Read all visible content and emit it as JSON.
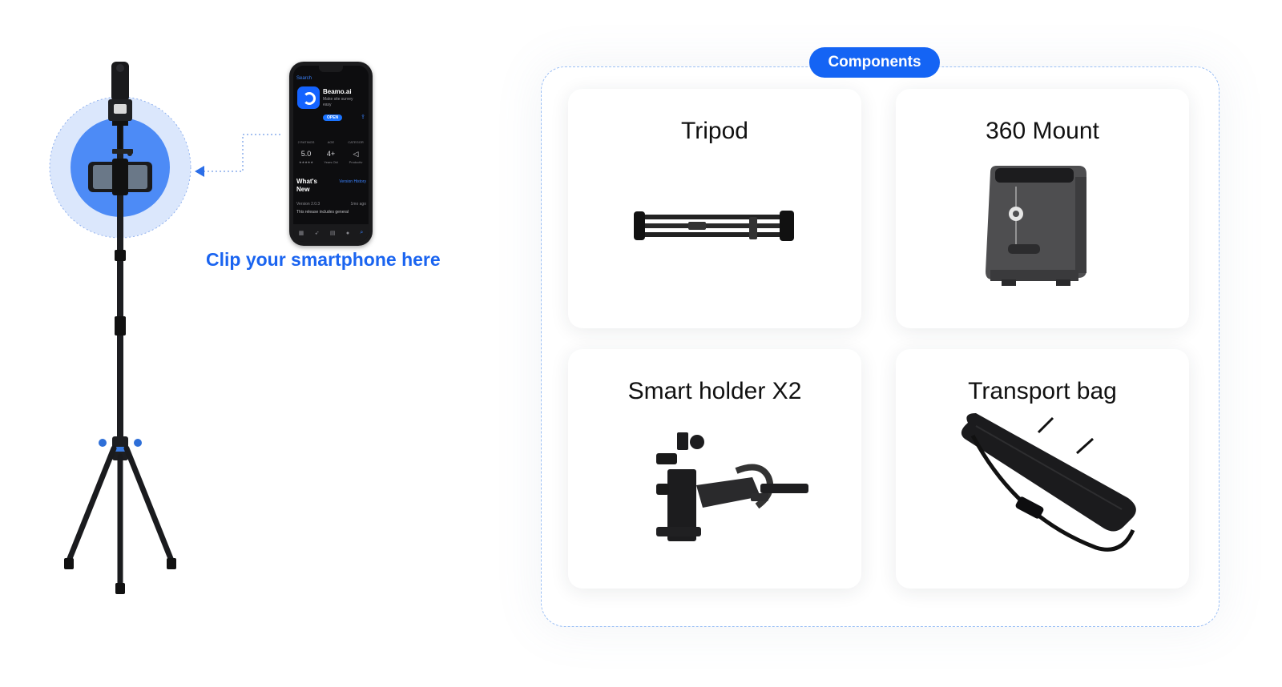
{
  "callout": {
    "text": "Clip your smartphone here"
  },
  "phone": {
    "back_label": "Search",
    "app_name": "Beamo.ai",
    "app_subtitle": "Make site survey easy",
    "open_label": "OPEN",
    "ratings_label": "2 RATINGS",
    "rating_value": "5.0",
    "rating_stars": "★★★★★",
    "age_label": "AGE",
    "age_value": "4+",
    "age_sub": "Years Old",
    "category_label": "CATEGOR",
    "category_sub": "Productiv",
    "whats_new": "What's New",
    "version_history": "Version History",
    "version": "Version 2.0.3",
    "ago": "1mo ago",
    "release_note": "This release includes general"
  },
  "components": {
    "badge": "Components",
    "items": [
      {
        "title": "Tripod"
      },
      {
        "title": "360 Mount"
      },
      {
        "title": "Smart holder X2"
      },
      {
        "title": "Transport bag"
      }
    ]
  },
  "colors": {
    "accent": "#1464f4",
    "callout": "#1a64f0",
    "dash": "#9cc0f5"
  }
}
